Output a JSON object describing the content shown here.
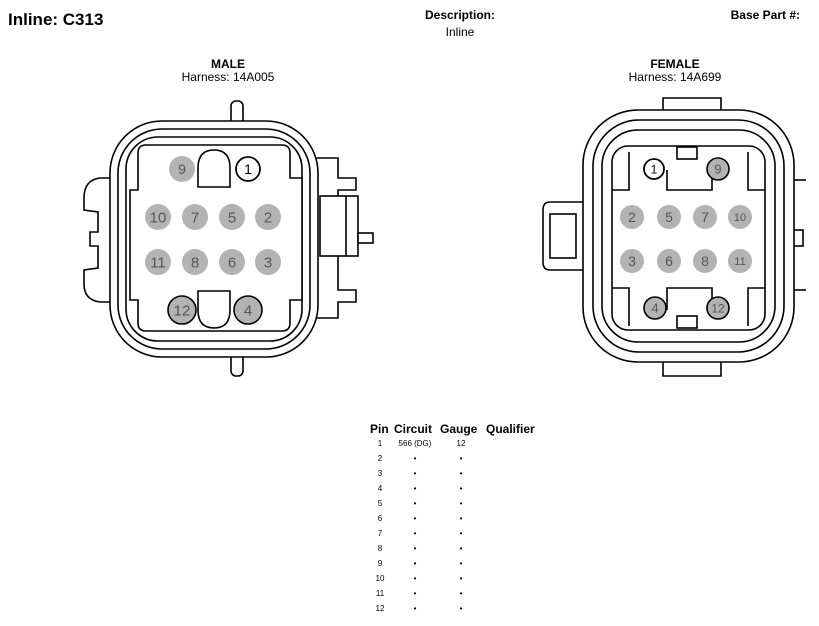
{
  "header": {
    "title": "Inline: C313",
    "description_label": "Description:",
    "description_value": "Inline",
    "base_part_label": "Base Part #:"
  },
  "male": {
    "title": "MALE",
    "harness": "Harness: 14A005",
    "pins": [
      "9",
      "1",
      "10",
      "7",
      "5",
      "2",
      "11",
      "8",
      "6",
      "3",
      "12",
      "4"
    ]
  },
  "female": {
    "title": "FEMALE",
    "harness": "Harness: 14A699",
    "pins": [
      "1",
      "9",
      "2",
      "5",
      "7",
      "10",
      "3",
      "6",
      "8",
      "11",
      "4",
      "12"
    ]
  },
  "pin_table": {
    "headers": [
      "Pin",
      "Circuit",
      "Gauge",
      "Qualifier"
    ],
    "rows": [
      {
        "pin": "1",
        "circuit": "566 (DG)",
        "gauge": "12",
        "qualifier": ""
      },
      {
        "pin": "2",
        "circuit": "•",
        "gauge": "•",
        "qualifier": ""
      },
      {
        "pin": "3",
        "circuit": "•",
        "gauge": "•",
        "qualifier": ""
      },
      {
        "pin": "4",
        "circuit": "•",
        "gauge": "•",
        "qualifier": ""
      },
      {
        "pin": "5",
        "circuit": "•",
        "gauge": "•",
        "qualifier": ""
      },
      {
        "pin": "6",
        "circuit": "•",
        "gauge": "•",
        "qualifier": ""
      },
      {
        "pin": "7",
        "circuit": "•",
        "gauge": "•",
        "qualifier": ""
      },
      {
        "pin": "8",
        "circuit": "•",
        "gauge": "•",
        "qualifier": ""
      },
      {
        "pin": "9",
        "circuit": "•",
        "gauge": "•",
        "qualifier": ""
      },
      {
        "pin": "10",
        "circuit": "•",
        "gauge": "•",
        "qualifier": ""
      },
      {
        "pin": "11",
        "circuit": "•",
        "gauge": "•",
        "qualifier": ""
      },
      {
        "pin": "12",
        "circuit": "•",
        "gauge": "•",
        "qualifier": ""
      }
    ]
  }
}
